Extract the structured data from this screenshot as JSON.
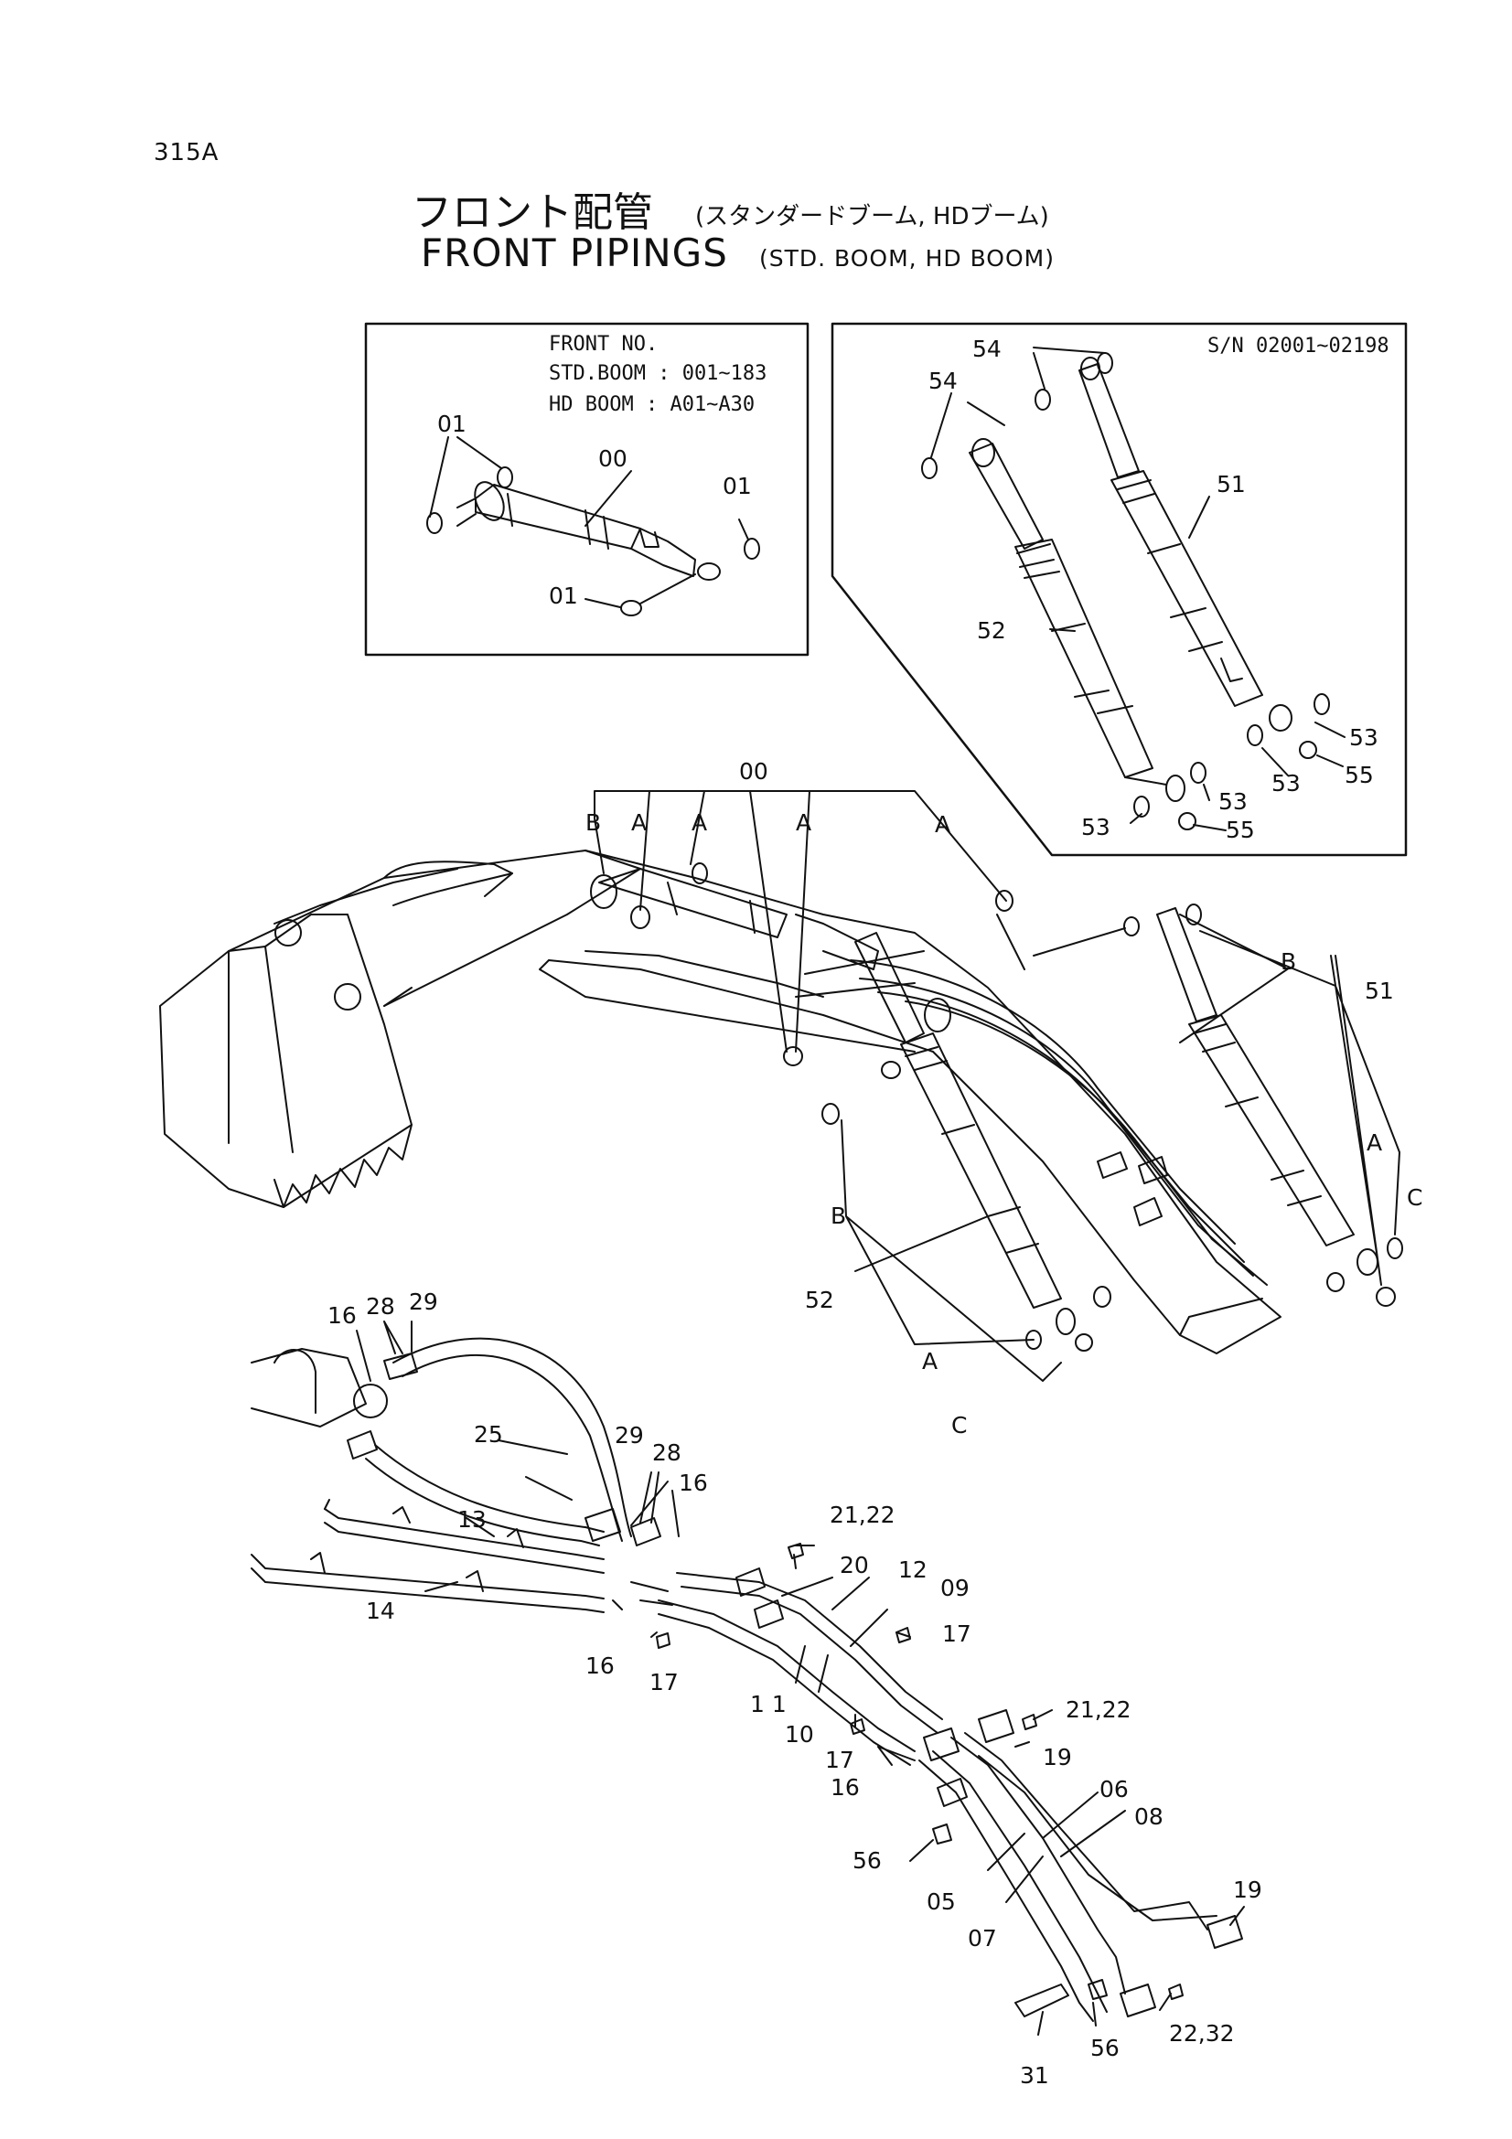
{
  "page": {
    "number": "315A"
  },
  "title": {
    "jp_main": "フロント配管",
    "jp_sub": "(スタンダードブーム, HDブーム)",
    "en_main": "FRONT PIPINGS",
    "en_sub": "(STD. BOOM, HD BOOM)"
  },
  "inset_left": {
    "line1": "FRONT NO.",
    "line2": "STD.BOOM  : 001~183",
    "line3": "HD  BOOM  : A01~A30"
  },
  "inset_right": {
    "serial": "S/N  02001~02198"
  },
  "callouts": {
    "c01a": "01",
    "c01b": "01",
    "c01c": "01",
    "c00a": "00",
    "c54a": "54",
    "c54b": "54",
    "c51a": "51",
    "c52a": "52",
    "c53a": "53",
    "c53b": "53",
    "c53c": "53",
    "c53d": "53",
    "c55a": "55",
    "c55b": "55",
    "c00b": "00",
    "cBa": "B",
    "cAa": "A",
    "cAb": "A",
    "cAc": "A",
    "cAd": "A",
    "cBb": "B",
    "c51b": "51",
    "cAe": "A",
    "cCa": "C",
    "cBc": "B",
    "c52b": "52",
    "cAf": "A",
    "cCb": "C",
    "c16a": "16",
    "c28a": "28",
    "c29a": "29",
    "c25": "25",
    "c29b": "29",
    "c28b": "28",
    "c16b": "16",
    "c13": "13",
    "c14": "14",
    "c16c": "16",
    "c17a": "17",
    "c2122a": "21,22",
    "c20": "20",
    "c12": "12",
    "c09": "09",
    "c17b": "17",
    "c11": "1 1",
    "c10": "10",
    "c17c": "17",
    "c16d": "16",
    "c2122b": "21,22",
    "c19a": "19",
    "c06": "06",
    "c08": "08",
    "c56a": "56",
    "c05": "05",
    "c07": "07",
    "c19b": "19",
    "c2232": "22,32",
    "c56b": "56",
    "c31": "31"
  }
}
